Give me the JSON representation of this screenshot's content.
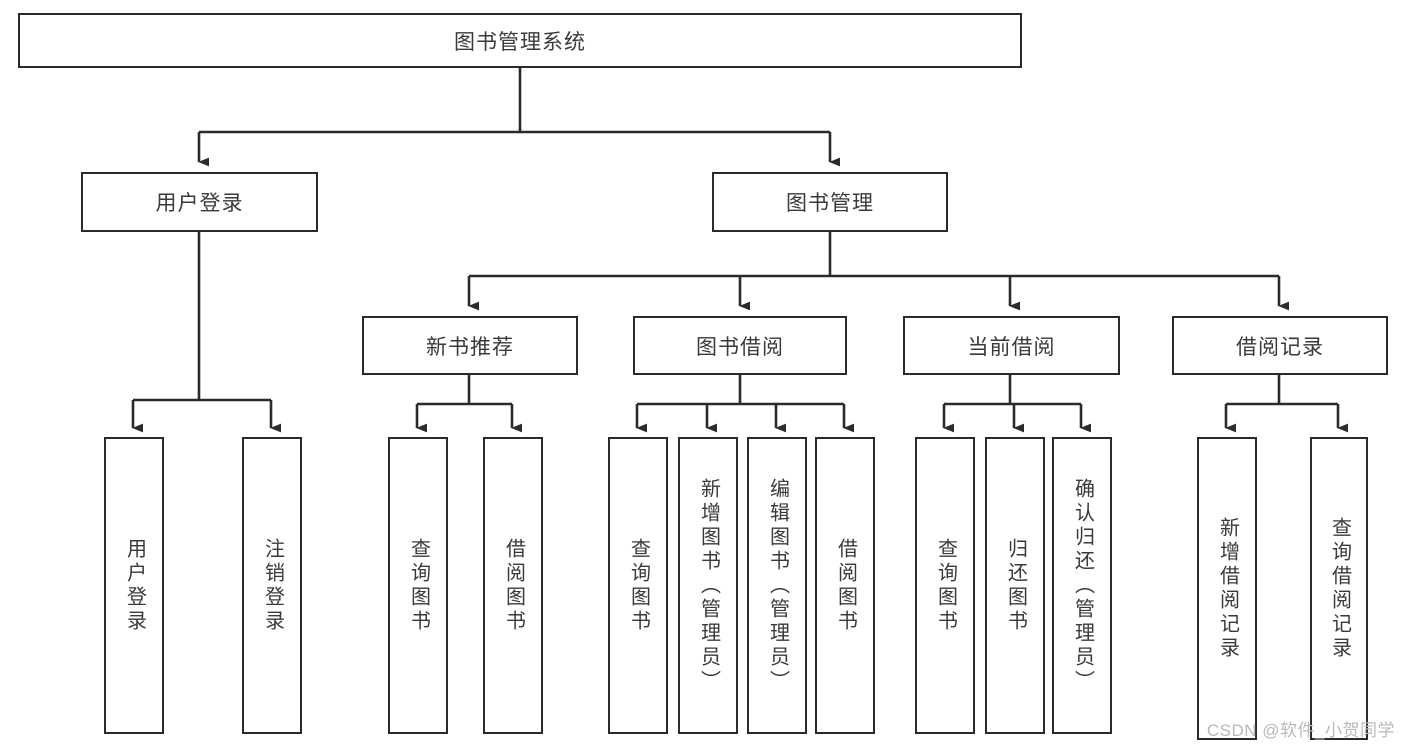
{
  "diagram": {
    "type": "tree",
    "title": "图书管理系统",
    "watermark": "CSDN @软件_小贺同学",
    "colors": {
      "box_border": "#2b2b2b",
      "box_fill": "#ffffff",
      "connector": "#2b2b2b",
      "text": "#3a3a3a",
      "watermark": "#b9b9b9"
    },
    "levels": {
      "root": "图书管理系统",
      "level2": [
        "用户登录",
        "图书管理"
      ],
      "level3": [
        "新书推荐",
        "图书借阅",
        "当前借阅",
        "借阅记录"
      ]
    },
    "nodes": {
      "root": {
        "label": "图书管理系统"
      },
      "user_login": {
        "label": "用户登录"
      },
      "book_manage": {
        "label": "图书管理"
      },
      "new_book_rec": {
        "label": "新书推荐"
      },
      "book_borrow": {
        "label": "图书借阅"
      },
      "current_borrow": {
        "label": "当前借阅"
      },
      "borrow_record": {
        "label": "借阅记录"
      },
      "leaf_user_login": {
        "label": "用户登录"
      },
      "leaf_user_logout": {
        "label": "注销登录"
      },
      "leaf_query_book_1": {
        "label": "查询图书"
      },
      "leaf_borrow_book_1": {
        "label": "借阅图书"
      },
      "leaf_query_book_2": {
        "label": "查询图书"
      },
      "leaf_add_book": {
        "label": "新增图书（管理员）"
      },
      "leaf_edit_book": {
        "label": "编辑图书（管理员）"
      },
      "leaf_borrow_book_2": {
        "label": "借阅图书"
      },
      "leaf_query_book_3": {
        "label": "查询图书"
      },
      "leaf_return_book": {
        "label": "归还图书"
      },
      "leaf_confirm_return": {
        "label": "确认归还（管理员）"
      },
      "leaf_add_record": {
        "label": "新增借阅记录"
      },
      "leaf_query_record": {
        "label": "查询借阅记录"
      }
    },
    "edges": [
      {
        "from": "图书管理系统",
        "to": "用户登录"
      },
      {
        "from": "图书管理系统",
        "to": "图书管理"
      },
      {
        "from": "用户登录",
        "to": "用户登录"
      },
      {
        "from": "用户登录",
        "to": "注销登录"
      },
      {
        "from": "图书管理",
        "to": "新书推荐"
      },
      {
        "from": "图书管理",
        "to": "图书借阅"
      },
      {
        "from": "图书管理",
        "to": "当前借阅"
      },
      {
        "from": "图书管理",
        "to": "借阅记录"
      },
      {
        "from": "新书推荐",
        "to": "查询图书"
      },
      {
        "from": "新书推荐",
        "to": "借阅图书"
      },
      {
        "from": "图书借阅",
        "to": "查询图书"
      },
      {
        "from": "图书借阅",
        "to": "新增图书（管理员）"
      },
      {
        "from": "图书借阅",
        "to": "编辑图书（管理员）"
      },
      {
        "from": "图书借阅",
        "to": "借阅图书"
      },
      {
        "from": "当前借阅",
        "to": "查询图书"
      },
      {
        "from": "当前借阅",
        "to": "归还图书"
      },
      {
        "from": "当前借阅",
        "to": "确认归还（管理员）"
      },
      {
        "from": "借阅记录",
        "to": "新增借阅记录"
      },
      {
        "from": "借阅记录",
        "to": "查询借阅记录"
      }
    ]
  }
}
